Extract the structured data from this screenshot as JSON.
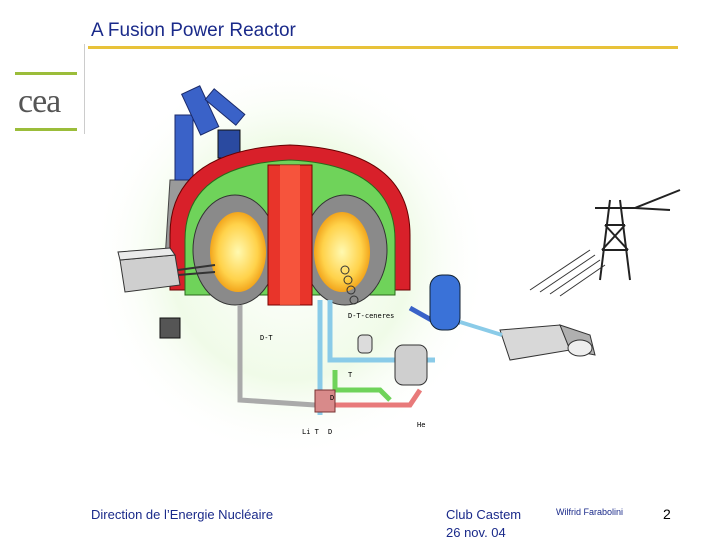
{
  "slide": {
    "title": "A Fusion Power Reactor",
    "logo_text": "cea"
  },
  "diagram": {
    "labels": {
      "dt_ceneres": "D-T-ceneres",
      "dt": "D-T",
      "t": "T",
      "d": "D",
      "li_t": "Li T",
      "d_bottom": "D",
      "he": "He"
    }
  },
  "footer": {
    "organization": "Direction de l’Energie Nucléaire",
    "event": "Club Castem",
    "date": "26 nov. 04",
    "author": "Wilfrid Farabolini",
    "page": "2"
  },
  "colors": {
    "title": "#1a2a8a",
    "accent_rule": "#e8c23a",
    "logo_bar": "#9bbd3a"
  }
}
